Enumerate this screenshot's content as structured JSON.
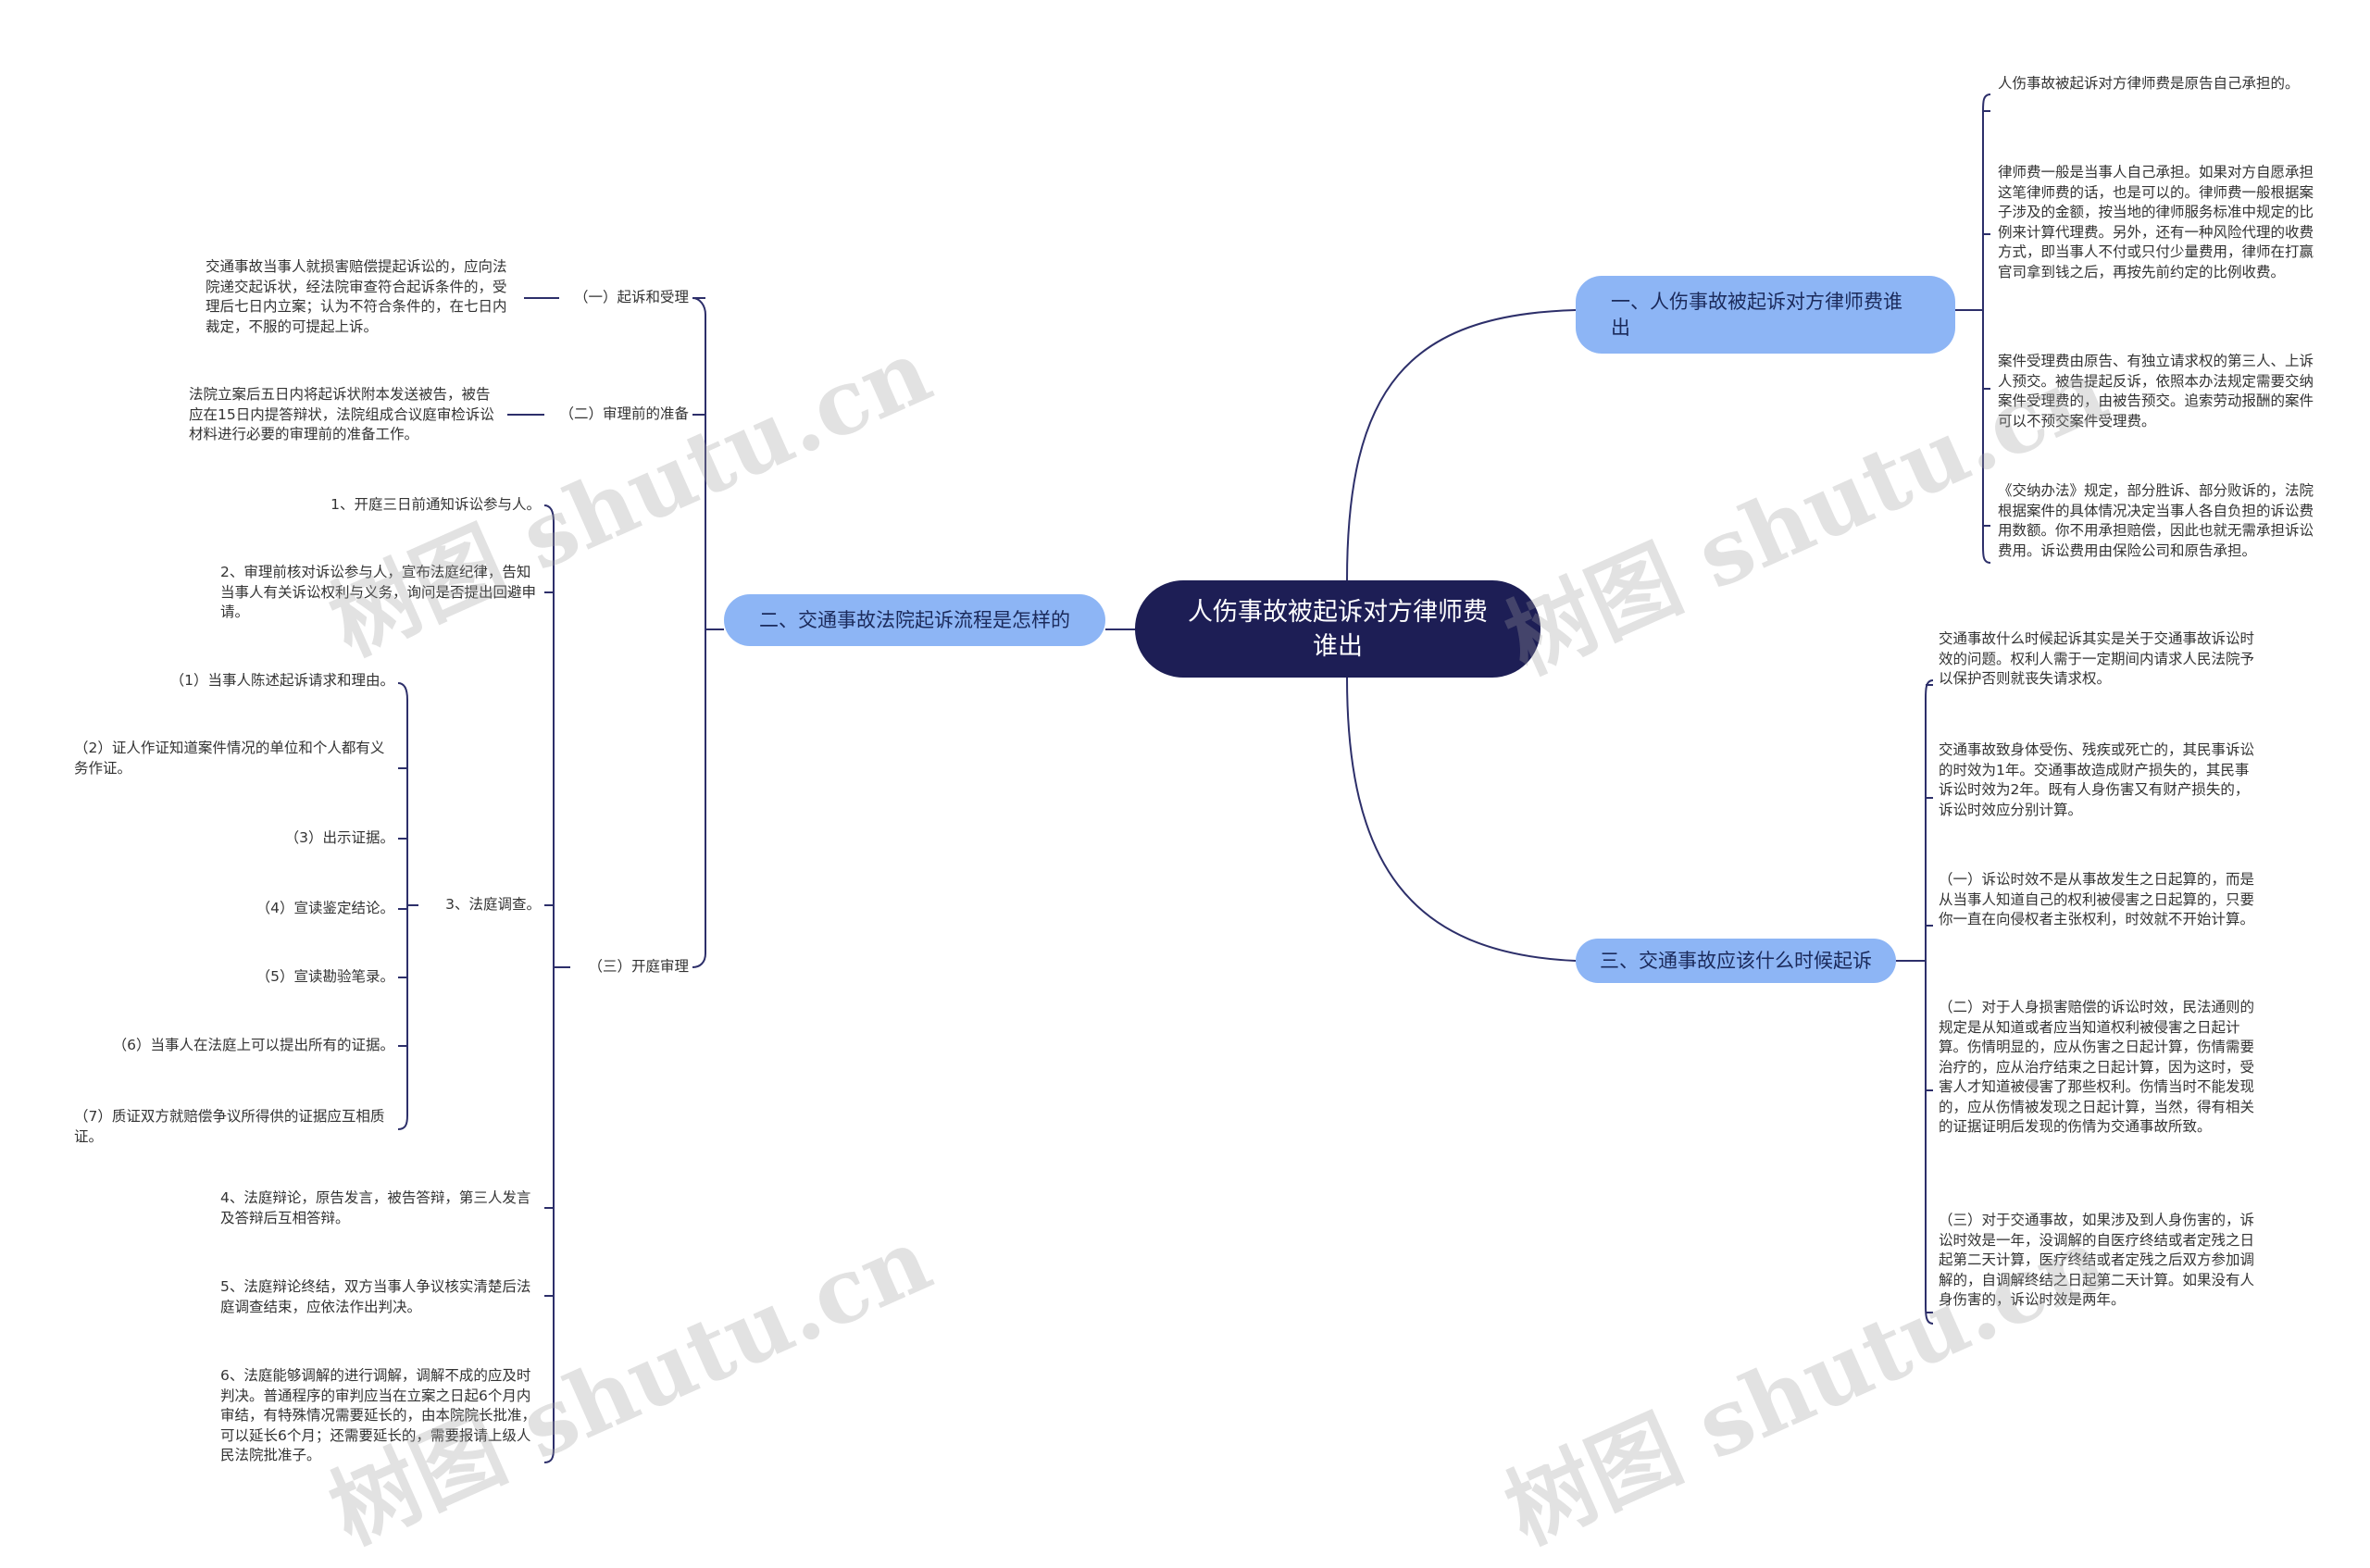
{
  "root": {
    "title": "人伤事故被起诉对方律师费谁出"
  },
  "branches": {
    "b1": {
      "title": "一、人伤事故被起诉对方律师费谁出",
      "leaves": [
        "人伤事故被起诉对方律师费是原告自己承担的。",
        "律师费一般是当事人自己承担。如果对方自愿承担这笔律师费的话，也是可以的。律师费一般根据案子涉及的金额，按当地的律师服务标准中规定的比例来计算代理费。另外，还有一种风险代理的收费方式，即当事人不付或只付少量费用，律师在打赢官司拿到钱之后，再按先前约定的比例收费。",
        "案件受理费由原告、有独立请求权的第三人、上诉人预交。被告提起反诉，依照本办法规定需要交纳案件受理费的，由被告预交。追索劳动报酬的案件可以不预交案件受理费。",
        "《交纳办法》规定，部分胜诉、部分败诉的，法院根据案件的具体情况决定当事人各自负担的诉讼费用数额。你不用承担赔偿，因此也就无需承担诉讼费用。诉讼费用由保险公司和原告承担。"
      ]
    },
    "b2": {
      "title": "二、交通事故法院起诉流程是怎样的",
      "sub1": {
        "label": "（一）起诉和受理",
        "text": "交通事故当事人就损害赔偿提起诉讼的，应向法院递交起诉状，经法院审查符合起诉条件的，受理后七日内立案；认为不符合条件的，在七日内裁定，不服的可提起上诉。"
      },
      "sub2": {
        "label": "（二）审理前的准备",
        "text": "法院立案后五日内将起诉状附本发送被告，被告应在15日内提答辩状，法院组成合议庭审检诉讼材料进行必要的审理前的准备工作。"
      },
      "sub3": {
        "label": "（三）开庭审理",
        "items": [
          "1、开庭三日前通知诉讼参与人。",
          "2、审理前核对诉讼参与人，宣布法庭纪律，告知当事人有关诉讼权利与义务，询问是否提出回避申请。",
          "3、法庭调查。",
          "4、法庭辩论，原告发言，被告答辩，第三人发言及答辩后互相答辩。",
          "5、法庭辩论终结，双方当事人争议核实清楚后法庭调查结束，应依法作出判决。",
          "6、法庭能够调解的进行调解，调解不成的应及时判决。普通程序的审判应当在立案之日起6个月内审结，有特殊情况需要延长的，由本院院长批准，可以延长6个月；还需要延长的，需要报请上级人民法院批准子。"
        ],
        "investigation": [
          "（1）当事人陈述起诉请求和理由。",
          "（2）证人作证知道案件情况的单位和个人都有义务作证。",
          "（3）出示证据。",
          "（4）宣读鉴定结论。",
          "（5）宣读勘验笔录。",
          "（6）当事人在法庭上可以提出所有的证据。",
          "（7）质证双方就赔偿争议所得供的证据应互相质证。"
        ]
      }
    },
    "b3": {
      "title": "三、交通事故应该什么时候起诉",
      "leaves": [
        "交通事故什么时候起诉其实是关于交通事故诉讼时效的问题。权利人需于一定期间内请求人民法院予以保护否则就丧失请求权。",
        "交通事故致身体受伤、残疾或死亡的，其民事诉讼的时效为1年。交通事故造成财产损失的，其民事诉讼时效为2年。既有人身伤害又有财产损失的，诉讼时效应分别计算。",
        "（一）诉讼时效不是从事故发生之日起算的，而是从当事人知道自己的权利被侵害之日起算的，只要你一直在向侵权者主张权利，时效就不开始计算。",
        "（二）对于人身损害赔偿的诉讼时效，民法通则的规定是从知道或者应当知道权利被侵害之日起计算。伤情明显的，应从伤害之日起计算，伤情需要治疗的，应从治疗结束之日起计算，因为这时，受害人才知道被侵害了那些权利。伤情当时不能发现的，应从伤情被发现之日起计算，当然，得有相关的证据证明后发现的伤情为交通事故所致。",
        "（三）对于交通事故，如果涉及到人身伤害的，诉讼时效是一年，没调解的自医疗终结或者定残之日起第二天计算，医疗终结或者定残之后双方参加调解的，自调解终结之日起第二天计算。如果没有人身伤害的，诉讼时效是两年。"
      ]
    }
  },
  "watermark": "树图 shutu.cn",
  "colors": {
    "root_bg": "#1d1e55",
    "branch_bg": "#8db5f5",
    "line": "#2d2f6a"
  }
}
